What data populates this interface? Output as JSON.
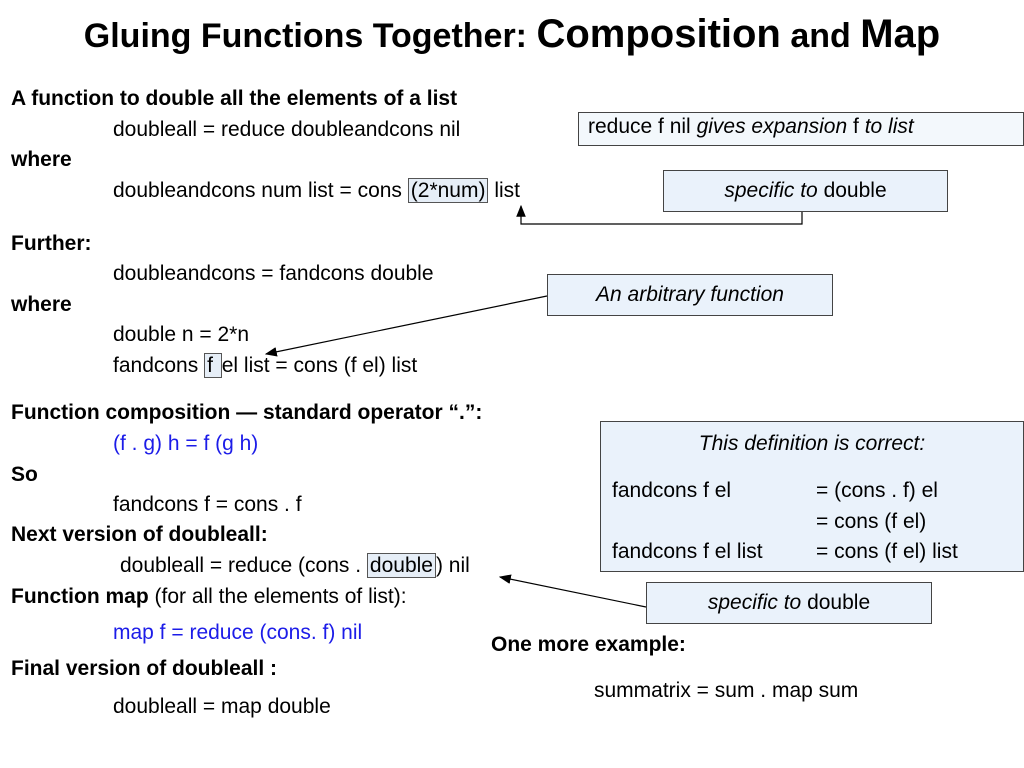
{
  "title": {
    "part1": "Gluing Functions Together: ",
    "part2": "Composition",
    "part3": " and ",
    "part4": "Map"
  },
  "left": {
    "h1": "A function to double all the elements of a list",
    "l1": "doubleall = reduce doubleandcons nil",
    "where1": "where",
    "l2_pre": "doubleandcons num list = cons ",
    "l2_hl": "(2*num)",
    "l2_post": " list",
    "further": "Further:",
    "l3": "doubleandcons = fandcons double",
    "where2": "where",
    "l4": "double n = 2*n",
    "l5_pre": "fandcons ",
    "l5_hl": "f ",
    "l5_post": "el list = cons (f el) list",
    "h2": "Function composition — standard operator “.”:",
    "l6": "(f . g) h = f (g h)",
    "so": "So",
    "l7": "fandcons f = cons . f",
    "h3": "Next version of doubleall:",
    "l8_pre": "doubleall = reduce (cons . ",
    "l8_hl": "double",
    "l8_post": ") nil",
    "h4_bold": "Function map",
    "h4_rest": " (for all the elements of list):",
    "l9": "map f = reduce (cons. f) nil",
    "h5": "Final version of doubleall :",
    "l10": "doubleall = map double"
  },
  "boxes": {
    "reduce_pre": "reduce f nil ",
    "reduce_it1": "gives expansion",
    "reduce_mid": " f ",
    "reduce_it2": "to list",
    "spec1_it": "specific to",
    "spec1_rest": " double",
    "arbitrary": "An arbitrary function",
    "def_title": "This definition is correct:",
    "def_r1_l": "fandcons f el",
    "def_r1_r": "= (cons . f) el",
    "def_r2_r": "= cons (f el)",
    "def_r3_l": "fandcons f el list",
    "def_r3_r": "= cons (f el) list",
    "spec2_it": "specific to",
    "spec2_rest": " double"
  },
  "example": {
    "heading": "One more example:",
    "code": "summatrix = sum . map sum"
  },
  "colors": {
    "code_blue": "#1c1ce8",
    "box_fill": "#eaf2fb"
  }
}
